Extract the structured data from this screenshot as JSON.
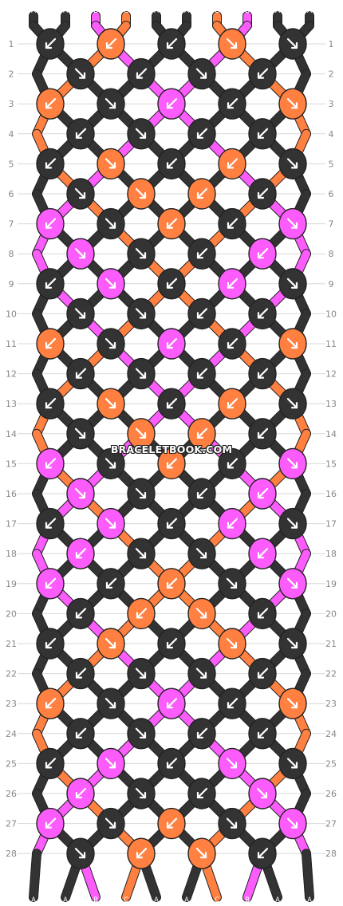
{
  "colors": {
    "A": "#333333",
    "B": "#fb5cfb",
    "C": "#ff8040"
  },
  "strings_top": [
    "A",
    "A",
    "B",
    "C",
    "A",
    "A",
    "C",
    "B",
    "A",
    "A"
  ],
  "strings_bottom": [
    "A",
    "A",
    "B",
    "C",
    "A",
    "A",
    "C",
    "B",
    "A",
    "A"
  ],
  "row_numbers": [
    "1",
    "2",
    "3",
    "4",
    "5",
    "6",
    "7",
    "8",
    "9",
    "10",
    "11",
    "12",
    "13",
    "14",
    "15",
    "16",
    "17",
    "18",
    "19",
    "20",
    "21",
    "22",
    "23",
    "24",
    "25",
    "26",
    "27",
    "28"
  ],
  "watermark": "BRACELETBOOK.COM",
  "knots": [
    [
      [
        "A",
        "sw"
      ],
      [
        "C",
        "sw"
      ],
      [
        "A",
        "sw"
      ],
      [
        "C",
        "se"
      ],
      [
        "A",
        "se"
      ]
    ],
    [
      [
        "A",
        "se"
      ],
      [
        "A",
        "sw"
      ],
      [
        "A",
        "se"
      ],
      [
        "A",
        "sw"
      ]
    ],
    [
      [
        "C",
        "sw"
      ],
      [
        "A",
        "se"
      ],
      [
        "B",
        "sw"
      ],
      [
        "A",
        "sw"
      ],
      [
        "C",
        "se"
      ]
    ],
    [
      [
        "A",
        "sw"
      ],
      [
        "A",
        "se"
      ],
      [
        "A",
        "sw"
      ],
      [
        "A",
        "sw"
      ]
    ],
    [
      [
        "A",
        "sw"
      ],
      [
        "C",
        "se"
      ],
      [
        "A",
        "sw"
      ],
      [
        "C",
        "sw"
      ],
      [
        "A",
        "se"
      ]
    ],
    [
      [
        "A",
        "se"
      ],
      [
        "C",
        "se"
      ],
      [
        "C",
        "sw"
      ],
      [
        "A",
        "sw"
      ]
    ],
    [
      [
        "B",
        "sw"
      ],
      [
        "A",
        "se"
      ],
      [
        "C",
        "sw"
      ],
      [
        "A",
        "sw"
      ],
      [
        "B",
        "se"
      ]
    ],
    [
      [
        "B",
        "se"
      ],
      [
        "A",
        "se"
      ],
      [
        "A",
        "sw"
      ],
      [
        "B",
        "sw"
      ]
    ],
    [
      [
        "A",
        "sw"
      ],
      [
        "B",
        "se"
      ],
      [
        "A",
        "sw"
      ],
      [
        "B",
        "sw"
      ],
      [
        "A",
        "se"
      ]
    ],
    [
      [
        "A",
        "se"
      ],
      [
        "A",
        "se"
      ],
      [
        "A",
        "sw"
      ],
      [
        "A",
        "sw"
      ]
    ],
    [
      [
        "C",
        "sw"
      ],
      [
        "A",
        "se"
      ],
      [
        "B",
        "sw"
      ],
      [
        "A",
        "sw"
      ],
      [
        "C",
        "se"
      ]
    ],
    [
      [
        "A",
        "sw"
      ],
      [
        "A",
        "se"
      ],
      [
        "A",
        "sw"
      ],
      [
        "A",
        "sw"
      ]
    ],
    [
      [
        "A",
        "sw"
      ],
      [
        "C",
        "se"
      ],
      [
        "A",
        "sw"
      ],
      [
        "C",
        "sw"
      ],
      [
        "A",
        "se"
      ]
    ],
    [
      [
        "A",
        "se"
      ],
      [
        "C",
        "se"
      ],
      [
        "C",
        "sw"
      ],
      [
        "A",
        "sw"
      ]
    ],
    [
      [
        "B",
        "sw"
      ],
      [
        "A",
        "se"
      ],
      [
        "C",
        "sw"
      ],
      [
        "A",
        "sw"
      ],
      [
        "B",
        "se"
      ]
    ],
    [
      [
        "B",
        "se"
      ],
      [
        "A",
        "se"
      ],
      [
        "A",
        "sw"
      ],
      [
        "B",
        "sw"
      ]
    ],
    [
      [
        "A",
        "sw"
      ],
      [
        "B",
        "se"
      ],
      [
        "A",
        "sw"
      ],
      [
        "B",
        "sw"
      ],
      [
        "A",
        "se"
      ]
    ],
    [
      [
        "B",
        "sw"
      ],
      [
        "A",
        "se"
      ],
      [
        "A",
        "se"
      ],
      [
        "B",
        "sw"
      ]
    ],
    [
      [
        "B",
        "sw"
      ],
      [
        "A",
        "sw"
      ],
      [
        "C",
        "sw"
      ],
      [
        "A",
        "se"
      ],
      [
        "B",
        "se"
      ]
    ],
    [
      [
        "A",
        "sw"
      ],
      [
        "C",
        "sw"
      ],
      [
        "C",
        "se"
      ],
      [
        "A",
        "sw"
      ]
    ],
    [
      [
        "A",
        "sw"
      ],
      [
        "C",
        "se"
      ],
      [
        "A",
        "sw"
      ],
      [
        "C",
        "se"
      ],
      [
        "A",
        "se"
      ]
    ],
    [
      [
        "A",
        "sw"
      ],
      [
        "A",
        "se"
      ],
      [
        "A",
        "se"
      ],
      [
        "A",
        "sw"
      ]
    ],
    [
      [
        "C",
        "sw"
      ],
      [
        "A",
        "se"
      ],
      [
        "B",
        "sw"
      ],
      [
        "A",
        "sw"
      ],
      [
        "C",
        "se"
      ]
    ],
    [
      [
        "A",
        "sw"
      ],
      [
        "A",
        "se"
      ],
      [
        "A",
        "sw"
      ],
      [
        "A",
        "sw"
      ]
    ],
    [
      [
        "A",
        "sw"
      ],
      [
        "B",
        "se"
      ],
      [
        "A",
        "sw"
      ],
      [
        "B",
        "se"
      ],
      [
        "A",
        "se"
      ]
    ],
    [
      [
        "B",
        "sw"
      ],
      [
        "A",
        "se"
      ],
      [
        "A",
        "sw"
      ],
      [
        "B",
        "se"
      ]
    ],
    [
      [
        "B",
        "sw"
      ],
      [
        "A",
        "se"
      ],
      [
        "C",
        "sw"
      ],
      [
        "A",
        "se"
      ],
      [
        "B",
        "se"
      ]
    ],
    [
      [
        "A",
        "se"
      ],
      [
        "C",
        "sw"
      ],
      [
        "C",
        "se"
      ],
      [
        "A",
        "sw"
      ]
    ]
  ]
}
